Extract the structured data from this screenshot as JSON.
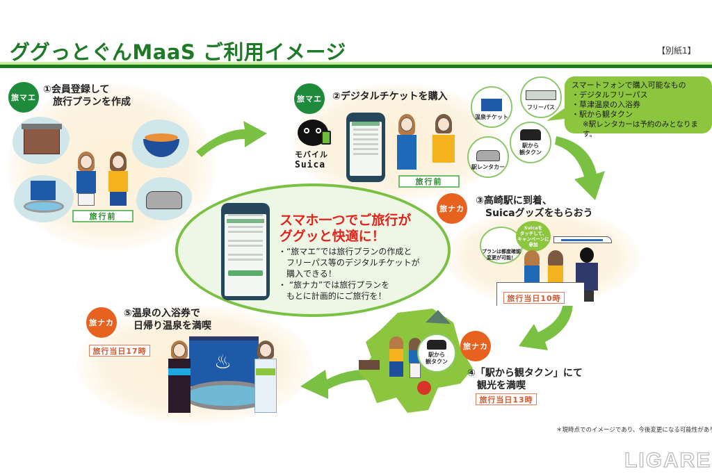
{
  "header": {
    "title": "ググっとぐんMaaS ご利用イメージ",
    "appendix_label": "【別紙1】"
  },
  "colors": {
    "brand_green": "#1f7a28",
    "badge_before": "#1d8a3c",
    "badge_during": "#e8621f",
    "accent_lime": "#8cc63f",
    "headline_red": "#e2231a"
  },
  "steps": [
    {
      "badge": "旅マエ",
      "title_line1": "①会員登録して",
      "title_line2": "旅行プランを作成",
      "tag": "旅行前"
    },
    {
      "badge": "旅マエ",
      "title_line1": "②デジタルチケットを購入",
      "tag": "旅行前",
      "logo_line1": "モバイル",
      "logo_line2": "Suica",
      "icons": [
        {
          "icon": "onsen-ticket-icon",
          "label": "温泉チケット"
        },
        {
          "icon": "free-pass-icon",
          "label": "フリーパス"
        },
        {
          "icon": "taxi-icon",
          "label_line1": "駅から",
          "label_line2": "観タクン"
        },
        {
          "icon": "rental-car-icon",
          "label": "駅レンタカー"
        }
      ]
    },
    {
      "badge": "旅ナカ",
      "title_line1": "③高崎駅に到着、",
      "title_line2": "Suicaグッズをもらおう",
      "tag": "旅行当日10時",
      "bubble_suica_line1": "Suicaを",
      "bubble_suica_line2": "タッチして、",
      "bubble_suica_line3": "キャンペーンに",
      "bubble_suica_line4": "参加",
      "bubble_plan_line1": "プランは都度確認",
      "bubble_plan_line2": "変更が可能！"
    },
    {
      "badge": "旅ナカ",
      "title_line1": "④「駅から観タクン」にて",
      "title_line2": "観光を満喫",
      "tag": "旅行当日13時",
      "taxi_label_line1": "駅から",
      "taxi_label_line2": "観タクン"
    },
    {
      "badge": "旅ナカ",
      "title_line1": "⑤温泉の入浴券で",
      "title_line2": "日帰り温泉を満喫",
      "tag": "旅行当日17時"
    }
  ],
  "purchasable": {
    "heading": "スマートフォンで購入可能なもの",
    "items": [
      "・デジタルフリーパス",
      "・草津温泉の入浴券",
      "・駅から観タクン"
    ],
    "note": "※駅レンタカーは予約のみとなります。"
  },
  "center": {
    "headline_line1": "スマホ一つでご旅行が",
    "headline_line2": "ググッと快適に！",
    "bullets": [
      "・“旅マエ”では旅行プランの作成と",
      "　フリーパス等のデジタルチケットが",
      "　購入できる！",
      "・ “旅ナカ”では旅行プランを",
      "　もとに計画的にご旅行を！"
    ]
  },
  "footer": {
    "disclaimer": "＊現時点でのイメージであり、今後変更になる可能性があります",
    "watermark": "LIGARE"
  }
}
